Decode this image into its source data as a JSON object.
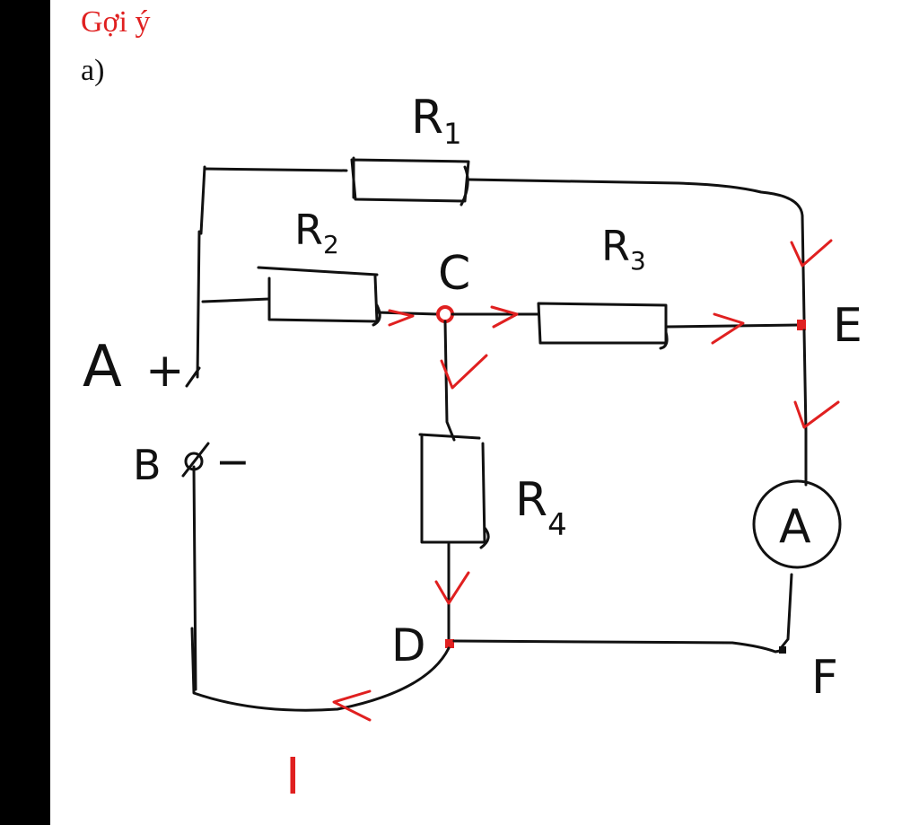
{
  "heading": "Gợi ý",
  "part_label": "a)",
  "colors": {
    "ink": "#111111",
    "accent": "#e02020",
    "frame": "#000000"
  },
  "nodes": {
    "A": "A",
    "A_sign": "+",
    "B": "B",
    "B_sign": "−",
    "C": "C",
    "D": "D",
    "E": "E",
    "F": "F"
  },
  "resistors": {
    "R1": "R",
    "R1_sub": "1",
    "R2": "R",
    "R2_sub": "2",
    "R3": "R",
    "R3_sub": "3",
    "R4": "R",
    "R4_sub": "4"
  },
  "ammeter_label": "A",
  "current_label": "I"
}
